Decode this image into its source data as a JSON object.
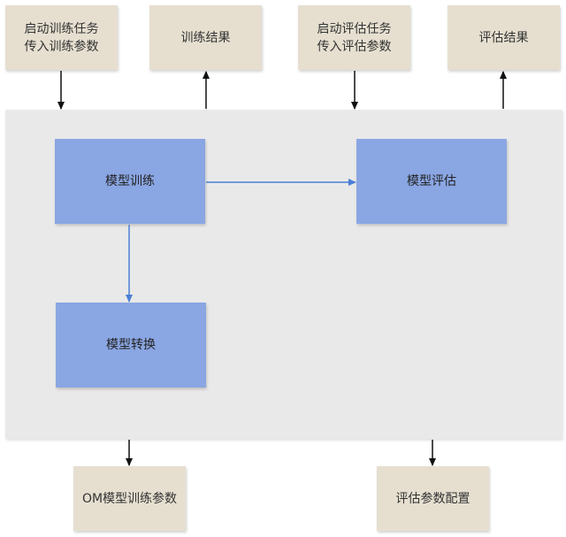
{
  "inputs": {
    "start_training": [
      "启动训练任务",
      "传入训练参数"
    ],
    "training_result": "训练结果",
    "start_evaluation": [
      "启动评估任务",
      "传入评估参数"
    ],
    "evaluation_result": "评估结果"
  },
  "modules": {
    "model_training": "模型训练",
    "model_evaluation": "模型评估",
    "model_conversion": "模型转换"
  },
  "outputs": {
    "om_training_params": "OM模型训练参数",
    "evaluation_params_config": "评估参数配置"
  },
  "colors": {
    "io_box": "#e6dfd0",
    "module_box": "#8aa6e3",
    "container": "#e9e9e9",
    "inner_arrow": "#4a7fd6",
    "outer_arrow": "#111111"
  }
}
